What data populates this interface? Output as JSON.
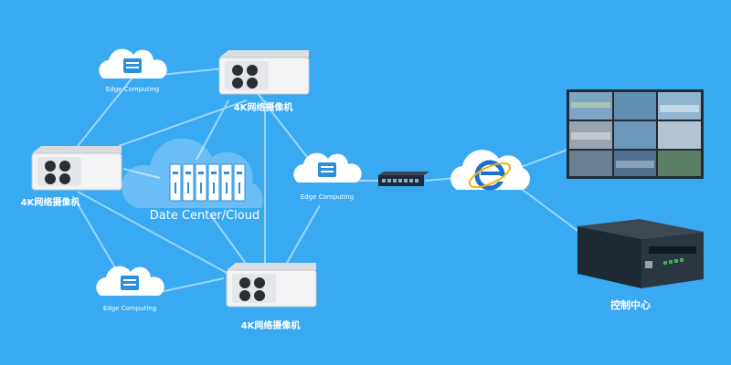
{
  "diagram": {
    "cameras": [
      {
        "id": "cam-top",
        "label": "4K网络摄像机"
      },
      {
        "id": "cam-left",
        "label": "4K网络摄像机"
      },
      {
        "id": "cam-bottom",
        "label": "4K网络摄像机"
      }
    ],
    "edge_nodes": [
      {
        "id": "edge-top",
        "label": "Edge Computing"
      },
      {
        "id": "edge-right",
        "label": "Edge Computing"
      },
      {
        "id": "edge-bottom",
        "label": "Edge Computing"
      }
    ],
    "data_center": {
      "label": "Date Center/Cloud"
    },
    "control_center": {
      "label": "控制中心"
    },
    "colors": {
      "background": "#39a9f2",
      "line": "#9fd6fb",
      "cloud_fill": "#ffffff",
      "icon_blue": "#2b8fe0",
      "ie_blue": "#1e6fd1",
      "dark_device": "#1e2a33"
    },
    "icons": [
      "camera-icon",
      "cloud-server-icon",
      "database-cloud-icon",
      "network-switch-icon",
      "internet-explorer-icon",
      "monitor-wall-icon",
      "server-box-icon"
    ]
  }
}
